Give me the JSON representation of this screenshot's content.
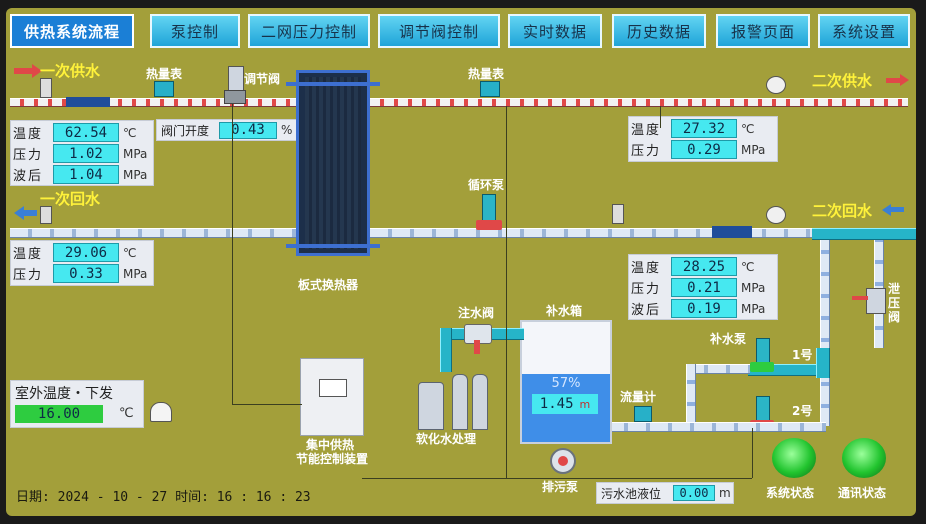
{
  "nav": {
    "title": "供热系统流程",
    "items": [
      "泵控制",
      "二网压力控制",
      "调节阀控制",
      "实时数据",
      "历史数据",
      "报警页面",
      "系统设置"
    ]
  },
  "primary_supply": {
    "label": "一次供水",
    "meter_label": "热量表",
    "valve_label": "调节阀",
    "temp_label": "温度",
    "temp": "62.54",
    "temp_unit": "℃",
    "pressure_label": "压力",
    "pressure": "1.02",
    "pressure_unit": "MPa",
    "diff_label": "波后",
    "diff": "1.04",
    "diff_unit": "MPa",
    "valve_open_label": "阀门开度",
    "valve_open": "0.43",
    "valve_open_unit": "%"
  },
  "primary_return": {
    "label": "一次回水",
    "temp_label": "温度",
    "temp": "29.06",
    "temp_unit": "℃",
    "pressure_label": "压力",
    "pressure": "0.33",
    "pressure_unit": "MPa"
  },
  "secondary_supply": {
    "label": "二次供水",
    "meter_label": "热量表",
    "temp_label": "温度",
    "temp": "27.32",
    "temp_unit": "℃",
    "pressure_label": "压力",
    "pressure": "0.29",
    "pressure_unit": "MPa"
  },
  "secondary_return": {
    "label": "二次回水",
    "pump_label": "循环泵",
    "temp_label": "温度",
    "temp": "28.25",
    "temp_unit": "℃",
    "pressure_label": "压力",
    "pressure": "0.21",
    "pressure_unit": "MPa",
    "diff_label": "波后",
    "diff": "0.19",
    "diff_unit": "MPa"
  },
  "equipment": {
    "exchanger_label": "板式换热器",
    "fill_valve_label": "注水阀",
    "tank_label": "补水箱",
    "tank_percent": "57%",
    "tank_value": "1.45",
    "tank_unit": "m",
    "tank_level_fraction": 0.57,
    "softener_label": "软化水处理",
    "controller_label_1": "集中供热",
    "controller_label_2": "节能控制装置",
    "makeup_pump_label": "补水泵",
    "pump1_label": "1号",
    "pump2_label": "2号",
    "flow_meter_label": "流量计",
    "drain_pump_label": "排污泵",
    "relief_valve_label": "泄压阀"
  },
  "outdoor": {
    "label": "室外温度・下发",
    "value": "16.00",
    "unit": "℃"
  },
  "sewage": {
    "label": "污水池液位",
    "value": "0.00",
    "unit": "m"
  },
  "status": {
    "date_label": "日期:",
    "date": "2024 - 10 - 27",
    "time_label": "时间:",
    "time": "16 : 16 : 23",
    "system_label": "系统状态",
    "comm_label": "通讯状态"
  },
  "colors": {
    "background": "#a39f3a",
    "label_yellow": "#fff23a",
    "value_cyan": "#46e8f0",
    "status_green": "#2ecc40",
    "pipe_red": "#e04848",
    "pipe_cyan": "#26b4c8"
  }
}
